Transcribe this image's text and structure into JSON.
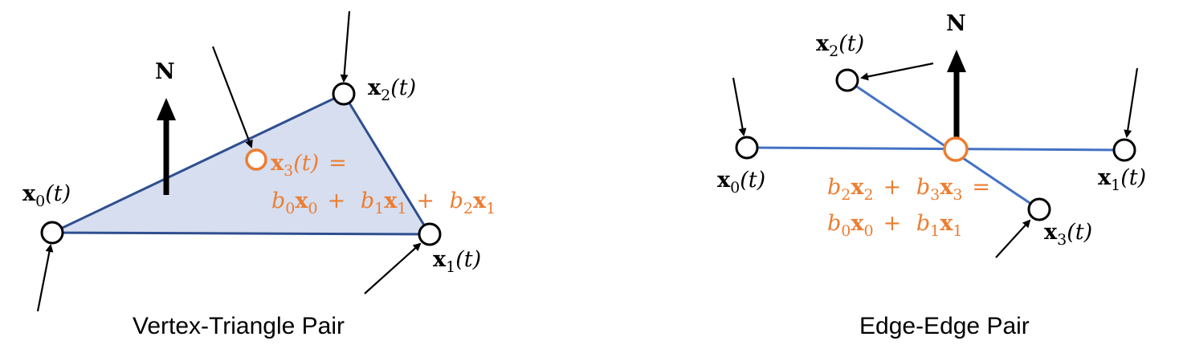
{
  "colors": {
    "triangle_fill": "#d6deef",
    "triangle_edge": "#2f4f8f",
    "edge_line": "#4472c4",
    "highlight": "#ed7d31",
    "ink": "#000000"
  },
  "vertex_triangle": {
    "caption": "Vertex-Triangle Pair",
    "normal_label": "N",
    "labels": {
      "x0": {
        "sym": "x",
        "sub": "0",
        "arg": "(t)"
      },
      "x1": {
        "sym": "x",
        "sub": "1",
        "arg": "(t)"
      },
      "x2": {
        "sym": "x",
        "sub": "2",
        "arg": "(t)"
      }
    },
    "equation": {
      "line1": {
        "sym": "x",
        "sub": "3",
        "arg": "(t)",
        "eq": "="
      },
      "line2": [
        {
          "coef": "b",
          "csub": "0",
          "sym": "x",
          "sub": "0",
          "op": "+"
        },
        {
          "coef": "b",
          "csub": "1",
          "sym": "x",
          "sub": "1",
          "op": "+"
        },
        {
          "coef": "b",
          "csub": "2",
          "sym": "x",
          "sub": "1",
          "op": ""
        }
      ]
    }
  },
  "edge_edge": {
    "caption": "Edge-Edge Pair",
    "normal_label": "N",
    "labels": {
      "x0": {
        "sym": "x",
        "sub": "0",
        "arg": "(t)"
      },
      "x1": {
        "sym": "x",
        "sub": "1",
        "arg": "(t)"
      },
      "x2": {
        "sym": "x",
        "sub": "2",
        "arg": "(t)"
      },
      "x3": {
        "sym": "x",
        "sub": "3",
        "arg": "(t)"
      }
    },
    "equation": {
      "line1": [
        {
          "coef": "b",
          "csub": "2",
          "sym": "x",
          "sub": "2",
          "op": "+"
        },
        {
          "coef": "b",
          "csub": "3",
          "sym": "x",
          "sub": "3",
          "op": "="
        }
      ],
      "line2": [
        {
          "coef": "b",
          "csub": "0",
          "sym": "x",
          "sub": "0",
          "op": "+"
        },
        {
          "coef": "b",
          "csub": "1",
          "sym": "x",
          "sub": "1",
          "op": ""
        }
      ]
    }
  }
}
